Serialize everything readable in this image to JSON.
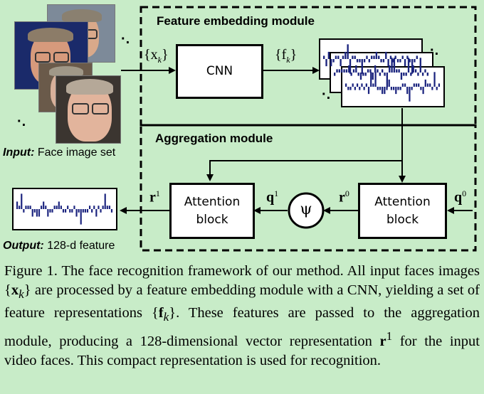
{
  "figure": {
    "feature_module_title": "Feature embedding module",
    "aggregation_module_title": "Aggregation module",
    "cnn_label": "CNN",
    "attention_block_label": "Attention block",
    "psi_symbol": "ψ",
    "input_set_symbol": "{x",
    "input_set_sub": "k",
    "input_set_close": "}",
    "feature_set_symbol": "{f",
    "feature_set_sub": "k",
    "feature_set_close": "}",
    "r_symbol": "r",
    "r0_sup": "0",
    "r1_sup": "1",
    "q_symbol": "q",
    "q0_sup": "0",
    "q1_sup": "1",
    "dots": "·.",
    "input_label_bold": "Input:",
    "input_label_rest": " Face image set",
    "output_label_bold": "Output:",
    "output_label_rest": " 128-d feature"
  },
  "caption": {
    "text": "Figure 1. The face recognition framework of our method. All input faces images {x<sub>k</sub>} are processed by a feature embedding module with a CNN, yielding a set of feature representations {f<sub>k</sub>}. These features are passed to the aggregation module, producing a 128-dimensional vector representation r<sup>1</sup> for the input video faces. This compact representation is used for recognition."
  },
  "colors": {
    "background": "#c8ecc8",
    "bar": "#1a237e",
    "border": "#000000"
  }
}
